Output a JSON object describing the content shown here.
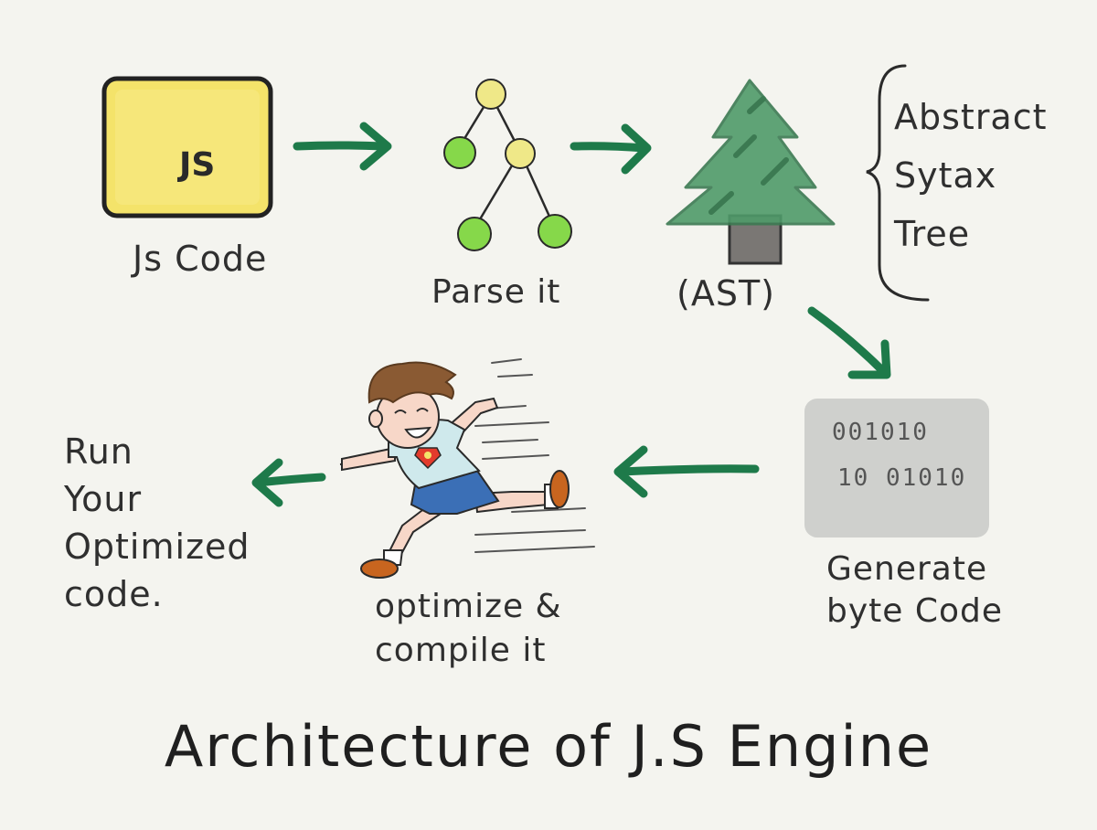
{
  "diagram": {
    "title": "Architecture of J.S Engine",
    "steps": {
      "js_code": {
        "icon_text": "JS",
        "label": "Js Code"
      },
      "parse": {
        "label": "Parse it"
      },
      "ast": {
        "label": "(AST)"
      },
      "ast_brace": {
        "lines": [
          "Abstract",
          "Sytax",
          "Tree"
        ]
      },
      "bytecode": {
        "bits_line1": "001010",
        "bits_line2": "10 01010",
        "label_lines": [
          "Generate",
          "byte Code"
        ]
      },
      "optimize": {
        "label_lines": [
          "optimize &",
          "compile it"
        ]
      },
      "run": {
        "label_lines": [
          "Run",
          "Your",
          "Optimized",
          "code."
        ]
      }
    },
    "colors": {
      "background": "#f4f4ef",
      "arrow": "#1e7a4a",
      "js_box": "#f4e36a",
      "tree": "#4f9b6a",
      "trunk": "#7a7774",
      "node_yellow": "#efe888",
      "node_green": "#86d84a",
      "bytecode_box": "#cfd0cd"
    }
  }
}
